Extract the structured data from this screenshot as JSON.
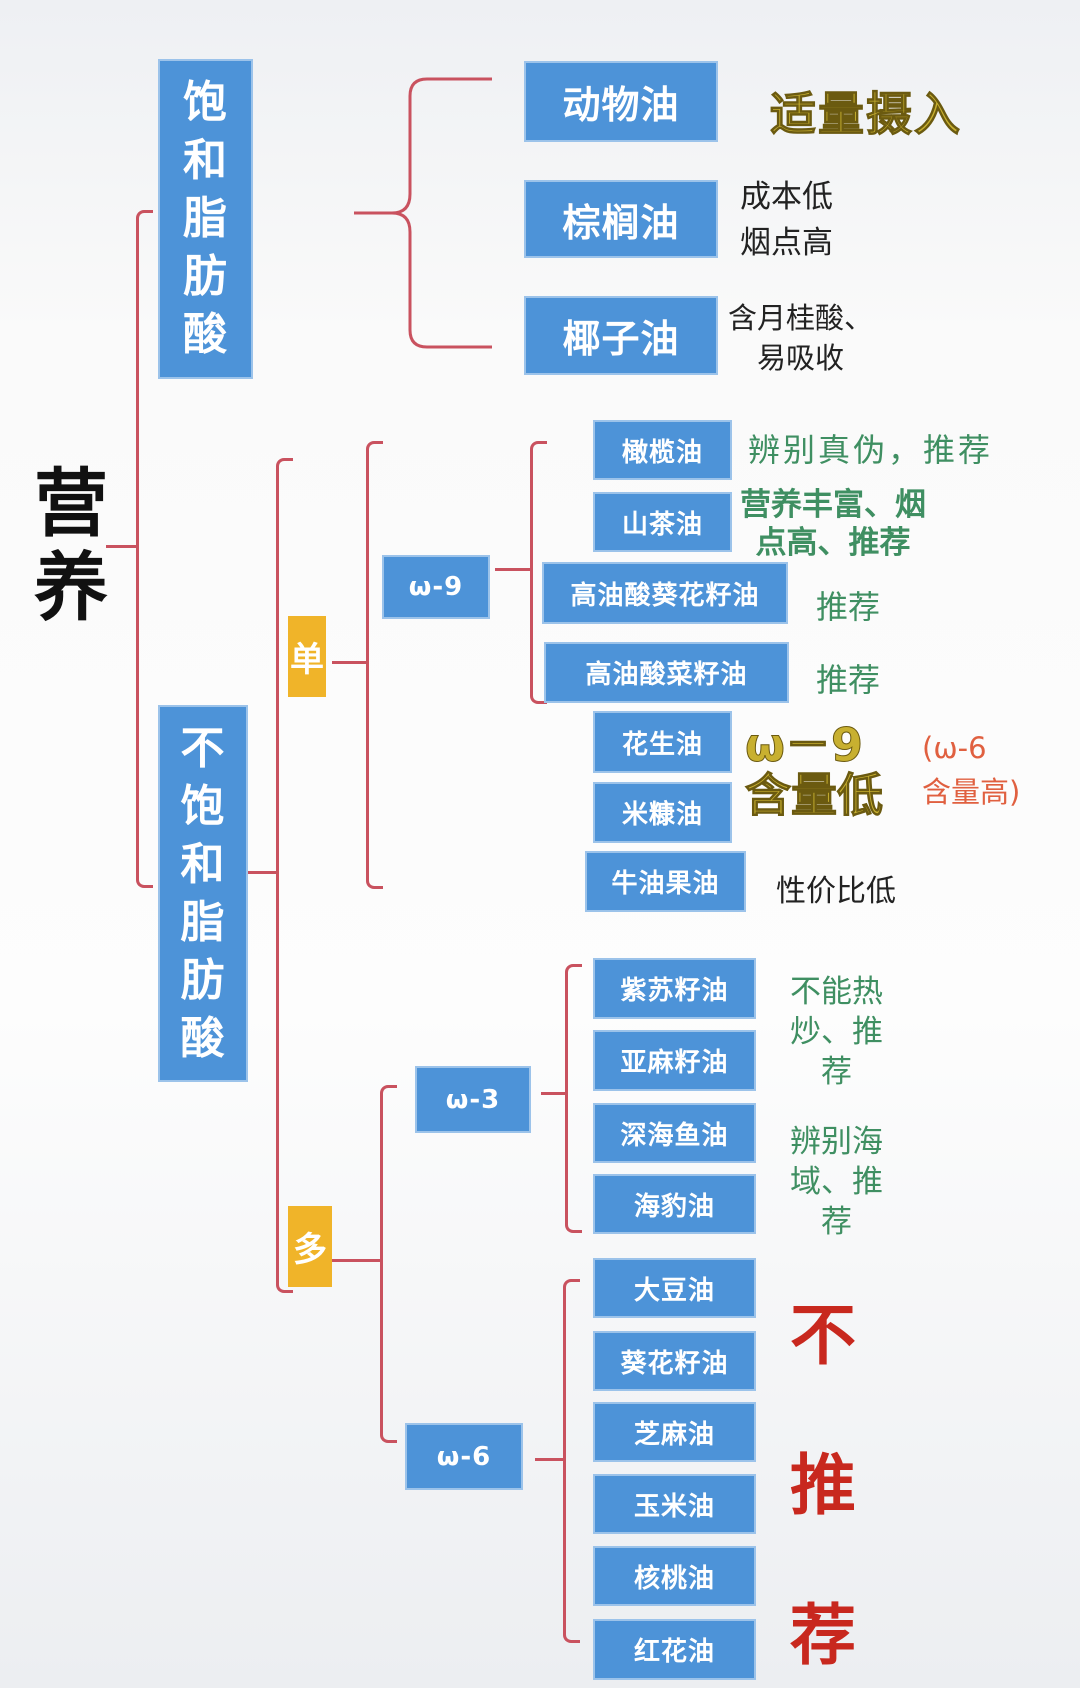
{
  "root": "营养",
  "saturated": {
    "label": [
      "饱",
      "和",
      "脂",
      "肪",
      "酸"
    ],
    "items": [
      {
        "name": "动物油"
      },
      {
        "name": "棕榈油"
      },
      {
        "name": "椰子油"
      }
    ],
    "note_animal": "适量摄入",
    "note_palm": [
      "成本低",
      "烟点高"
    ],
    "note_coconut": [
      "含月桂酸、",
      "易吸收"
    ]
  },
  "unsaturated": {
    "label": [
      "不",
      "饱",
      "和",
      "脂",
      "肪",
      "酸"
    ],
    "mono": {
      "badge": "单",
      "omega9": "ω-9",
      "omega9_items": [
        "橄榄油",
        "山茶油",
        "高油酸葵花籽油",
        "高油酸菜籽油"
      ],
      "other_items": [
        "花生油",
        "米糠油",
        "牛油果油"
      ],
      "notes": {
        "olive": "辨别真伪，推荐",
        "camellia": [
          "营养丰富、烟",
          "点高、推荐"
        ],
        "sunflower": "推荐",
        "rapeseed": "推荐",
        "omega9_low": [
          "ω－9",
          "含量低"
        ],
        "omega6_high": [
          "(ω-6",
          "含量高)"
        ],
        "avocado": "性价比低"
      }
    },
    "poly": {
      "badge": "多",
      "omega3": "ω-3",
      "omega3_items": [
        "紫苏籽油",
        "亚麻籽油",
        "深海鱼油",
        "海豹油"
      ],
      "omega3_notes": {
        "plant": [
          "不能热",
          "炒、推",
          "荐"
        ],
        "marine": [
          "辨别海",
          "域、推",
          "荐"
        ]
      },
      "omega6": "ω-6",
      "omega6_items": [
        "大豆油",
        "葵花籽油",
        "芝麻油",
        "玉米油",
        "核桃油",
        "红花油"
      ],
      "omega6_note": [
        "不",
        "推",
        "荐"
      ]
    }
  },
  "colors": {
    "box": "#4d93d8",
    "line": "#c9525f",
    "badge": "#f0b429",
    "green": "#3f8f62",
    "red": "#c8281e",
    "gold": "#c8b030"
  }
}
